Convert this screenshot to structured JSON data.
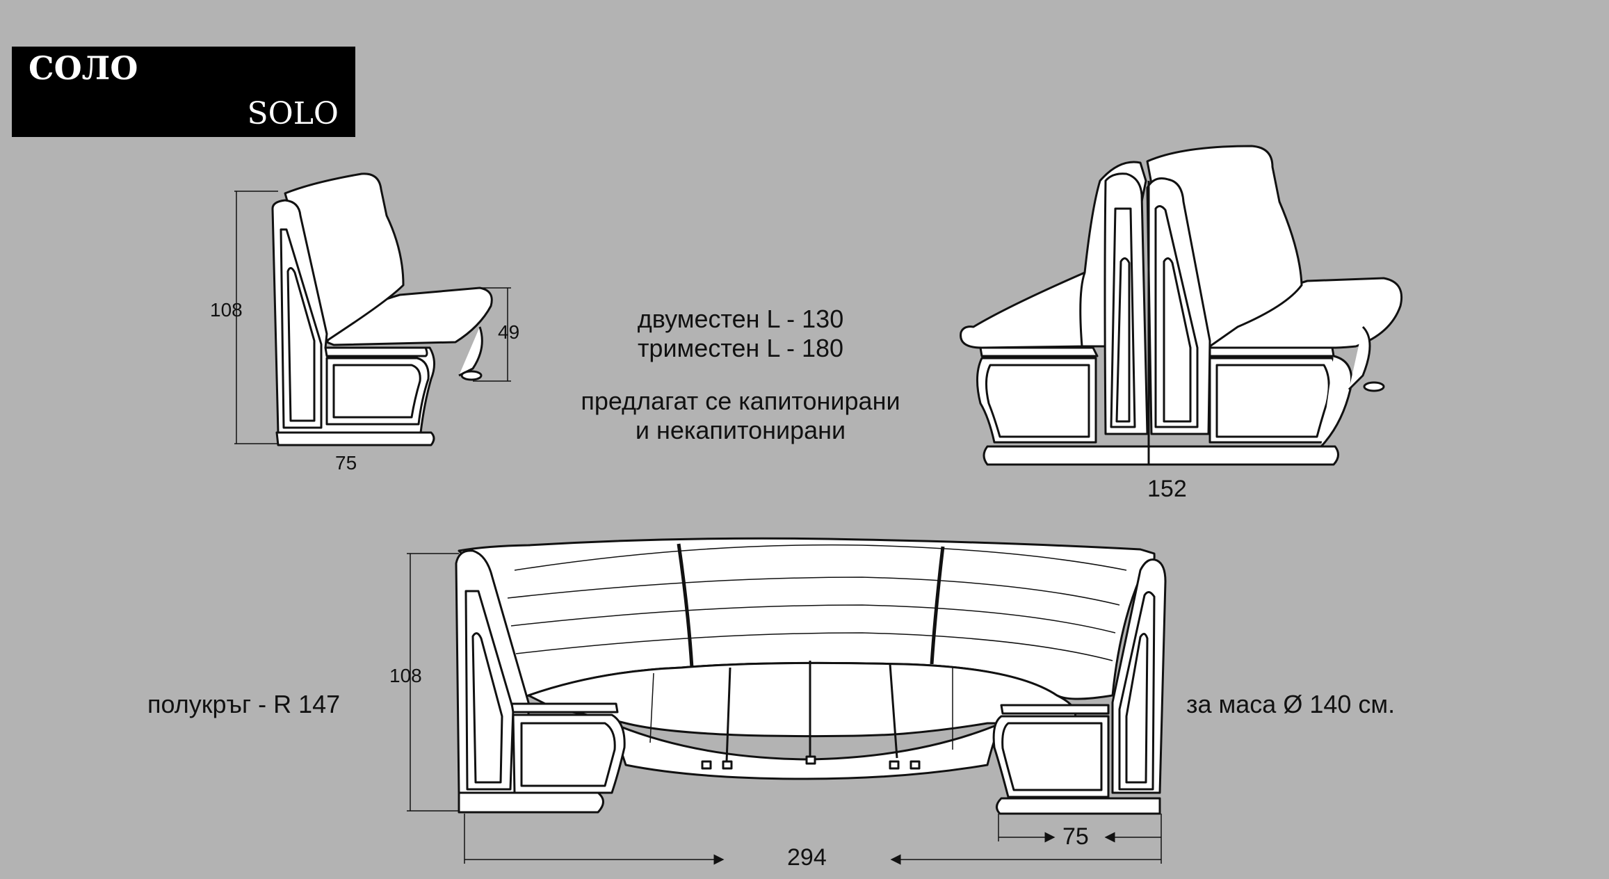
{
  "title": {
    "cyrillic": "СОЛО",
    "latin": "SOLO"
  },
  "single_seat": {
    "height": "108",
    "seat_height": "49",
    "depth": "75"
  },
  "double_seat": {
    "depth": "152"
  },
  "variants": {
    "line1": "двуместен L - 130",
    "line2": "триместен L - 180",
    "line3": "предлагат се капитонирани",
    "line4": "и некапитонирани"
  },
  "semicircle": {
    "label": "полукръг - R 147",
    "height": "108",
    "width": "294",
    "depth": "75",
    "table_note": "за маса Ø 140 см."
  }
}
